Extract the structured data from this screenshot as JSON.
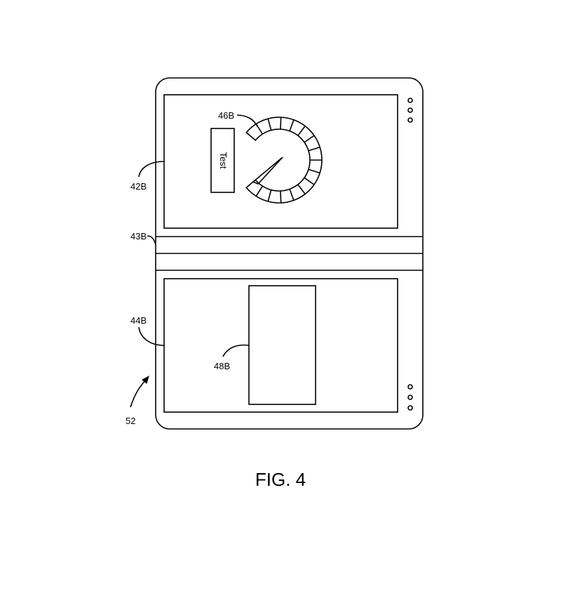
{
  "figure": {
    "caption": "FIG. 4",
    "labels": {
      "screen_top": "42B",
      "hinge": "43B",
      "screen_bottom": "44B",
      "gauge": "46B",
      "window": "48B",
      "device": "52"
    },
    "button_text": "Test",
    "gauge_segments": 16
  }
}
